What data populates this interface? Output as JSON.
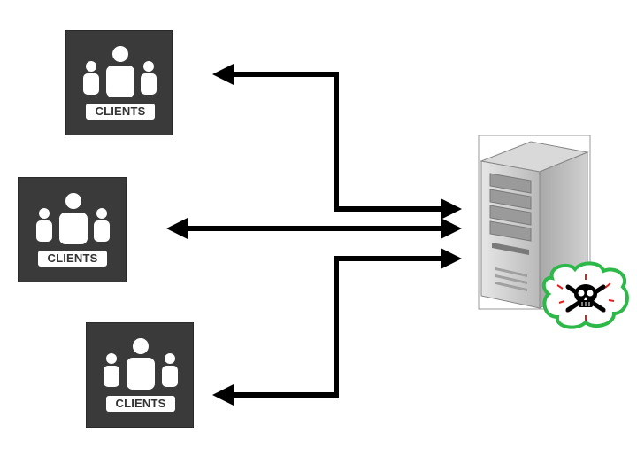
{
  "clients": [
    {
      "label": "CLIENTS"
    },
    {
      "label": "CLIENTS"
    },
    {
      "label": "CLIENTS"
    }
  ],
  "colors": {
    "tile": "#3a3a3a",
    "arrow": "#000000",
    "server_body": "#c8c8c8",
    "badge_border": "#2eb84a",
    "badge_spikes": "#e02020"
  },
  "icons": {
    "client": "group-people-icon",
    "server": "server-tower-icon",
    "danger": "skull-crossbones-icon"
  }
}
